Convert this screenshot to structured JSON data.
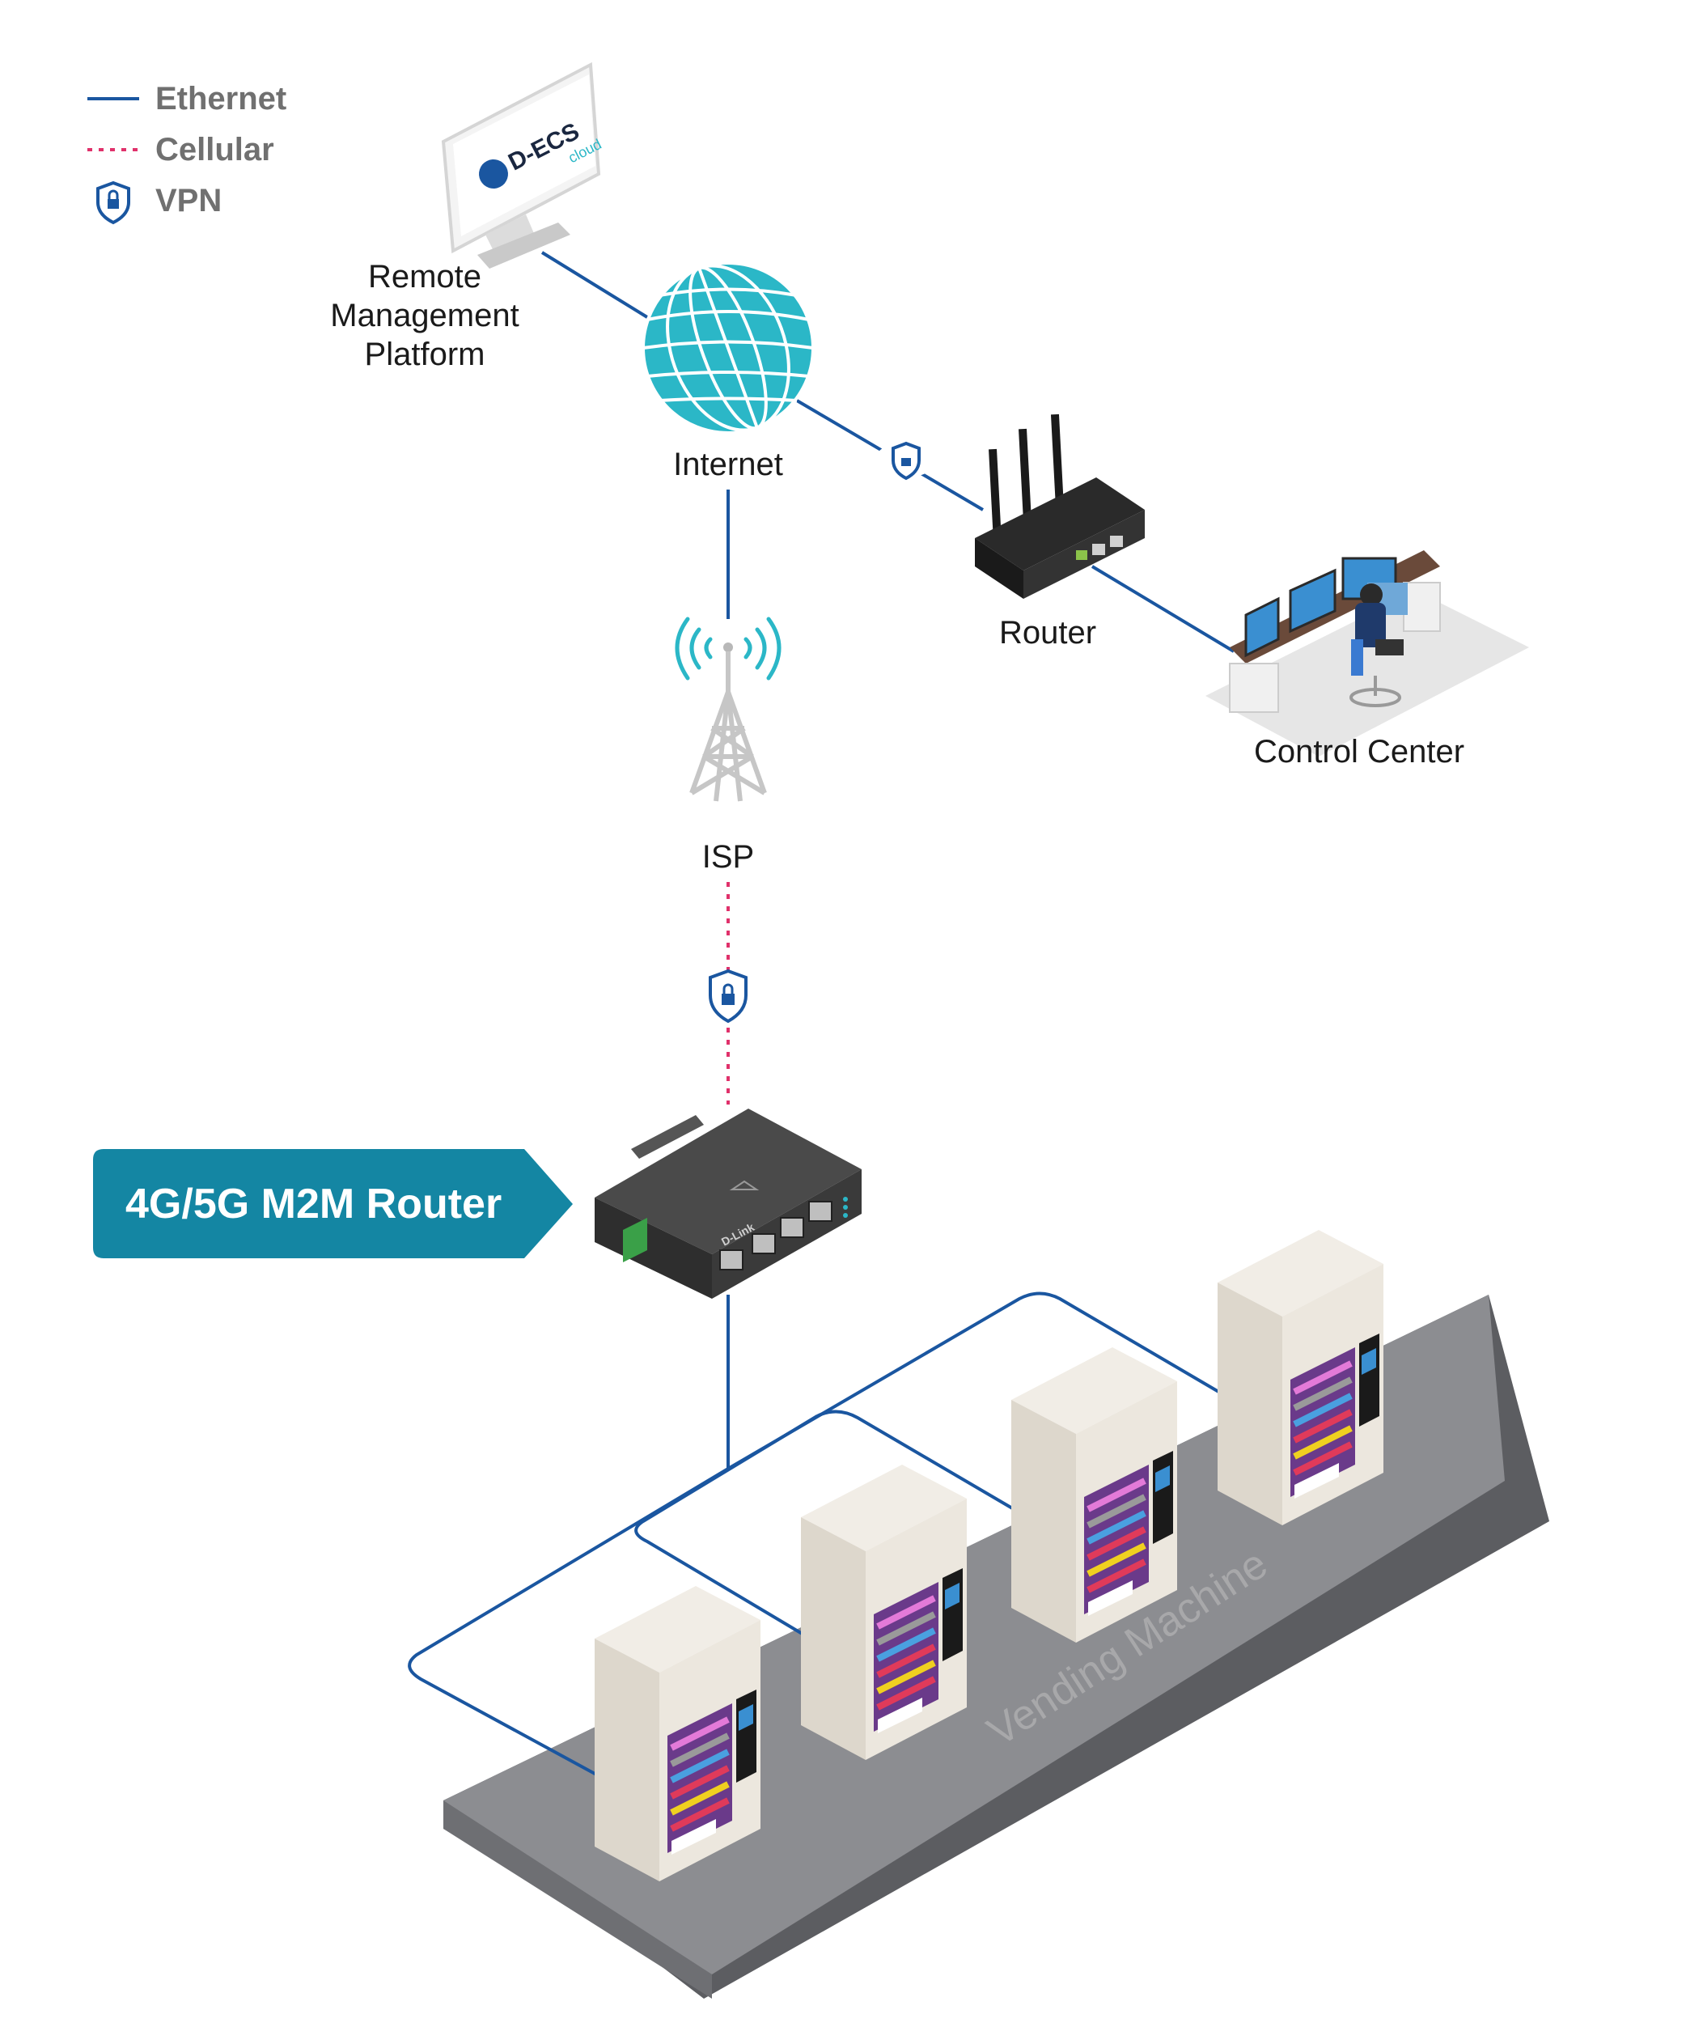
{
  "legend": {
    "ethernet": "Ethernet",
    "cellular": "Cellular",
    "vpn": "VPN"
  },
  "nodes": {
    "remote_platform": {
      "line1": "Remote",
      "line2": "Management",
      "line3": "Platform"
    },
    "internet": "Internet",
    "router": "Router",
    "control_center": "Control Center",
    "isp": "ISP",
    "m2m_router": "4G/5G M2M Router",
    "vending": "Vending Machine"
  },
  "monitor_logo": {
    "brand": "D-ECS",
    "sub": "cloud"
  },
  "device_brand": "D-Link",
  "colors": {
    "ethernet": "#1a56a0",
    "cellular": "#e0316b",
    "vpn": "#1a56a0",
    "globe": "#2bb7c7",
    "callout": "#1486a3",
    "floor": "#8c8d91",
    "floor_edge": "#5c5d61"
  }
}
